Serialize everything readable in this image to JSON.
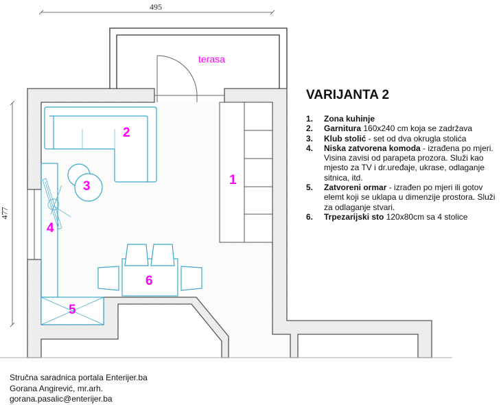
{
  "plan": {
    "dimension_width": "495",
    "dimension_height": "477",
    "terrace_label": "terasa",
    "zone_numbers": [
      "1",
      "2",
      "3",
      "4",
      "5",
      "6"
    ]
  },
  "legend": {
    "title": "VARIJANTA 2",
    "items": [
      {
        "num": "1.",
        "bold": "Zona kuhinje",
        "text": ""
      },
      {
        "num": "2.",
        "bold": "Garnitura",
        "text": " 160x240 cm koja se zadržava"
      },
      {
        "num": "3.",
        "bold": "Klub stolić",
        "text": " - set od dva okrugla stolića"
      },
      {
        "num": "4.",
        "bold": "Niska zatvorena komoda",
        "text": " - izrađena po mjeri. Visina zavisi od parapeta prozora. Služi kao mjesto za TV i dr.uređaje, ukrase, odlaganje sitnica, itd."
      },
      {
        "num": "5.",
        "bold": "Zatvoreni ormar",
        "text": " - izrađen po mjeri ili gotov elemt koji se uklapa u dimenzije prostora. Služi za odlaganje stvari."
      },
      {
        "num": "6.",
        "bold": "Trpezarijski sto",
        "text": " 120x80cm sa 4 stolice"
      }
    ]
  },
  "footer": {
    "line1": "Stručna saradnica portala Enterijer.ba",
    "line2": "Gorana Angirević, mr.arh.",
    "line3": "gorana.pasalic@enterijer.ba"
  },
  "colors": {
    "wall": "#555555",
    "furniture": "#3aa6c8",
    "label": "#ff00ff",
    "wallfill": "#eeeeee"
  }
}
